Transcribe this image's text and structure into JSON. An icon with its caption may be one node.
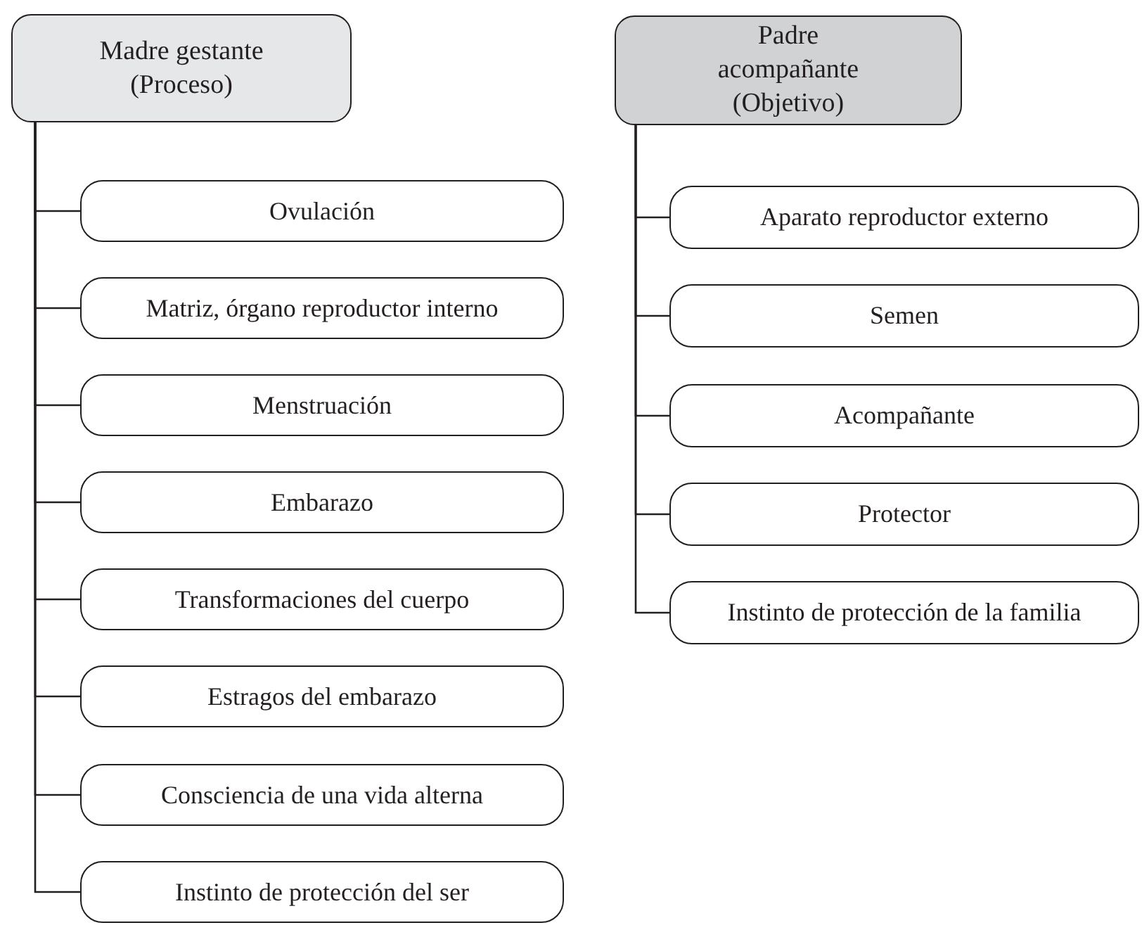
{
  "diagram": {
    "nodes": [
      {
        "text": [
          "Madre gestante (Proceso)"
        ]
      },
      {
        "text": [
          "Ovulación"
        ]
      },
      {
        "text": [
          "Matriz, órgano reproductor interno"
        ]
      },
      {
        "text": [
          "Menstruación"
        ]
      },
      {
        "text": [
          "Embarazo"
        ]
      },
      {
        "text": [
          "Transformaciones del cuerpo"
        ]
      },
      {
        "text": [
          "Estragos del embarazo"
        ]
      },
      {
        "text": [
          "Consciencia de una vida alterna"
        ]
      },
      {
        "text": [
          "Instinto de protección del ser"
        ]
      },
      {
        "text": [
          "Padre acompañante (Objetivo)"
        ]
      },
      {
        "text": [
          "Aparato reproductor externo"
        ]
      },
      {
        "text": [
          "Semen"
        ]
      },
      {
        "text": [
          "Acompañante"
        ]
      },
      {
        "text": [
          "Protector"
        ]
      },
      {
        "text": [
          "Instinto de protección de la familia"
        ]
      }
    ],
    "edges": [
      {
        "from": 0,
        "to": 1,
        "arrow": "none"
      },
      {
        "from": 0,
        "to": 2,
        "arrow": "none"
      },
      {
        "from": 0,
        "to": 3,
        "arrow": "none"
      },
      {
        "from": 0,
        "to": 4,
        "arrow": "none"
      },
      {
        "from": 0,
        "to": 5,
        "arrow": "none"
      },
      {
        "from": 0,
        "to": 6,
        "arrow": "none"
      },
      {
        "from": 0,
        "to": 7,
        "arrow": "none"
      },
      {
        "from": 0,
        "to": 8,
        "arrow": "none"
      },
      {
        "from": 9,
        "to": 10,
        "arrow": "none"
      },
      {
        "from": 9,
        "to": 11,
        "arrow": "none"
      },
      {
        "from": 9,
        "to": 12,
        "arrow": "none"
      },
      {
        "from": 9,
        "to": 13,
        "arrow": "none"
      },
      {
        "from": 9,
        "to": 14,
        "arrow": "none"
      }
    ]
  }
}
